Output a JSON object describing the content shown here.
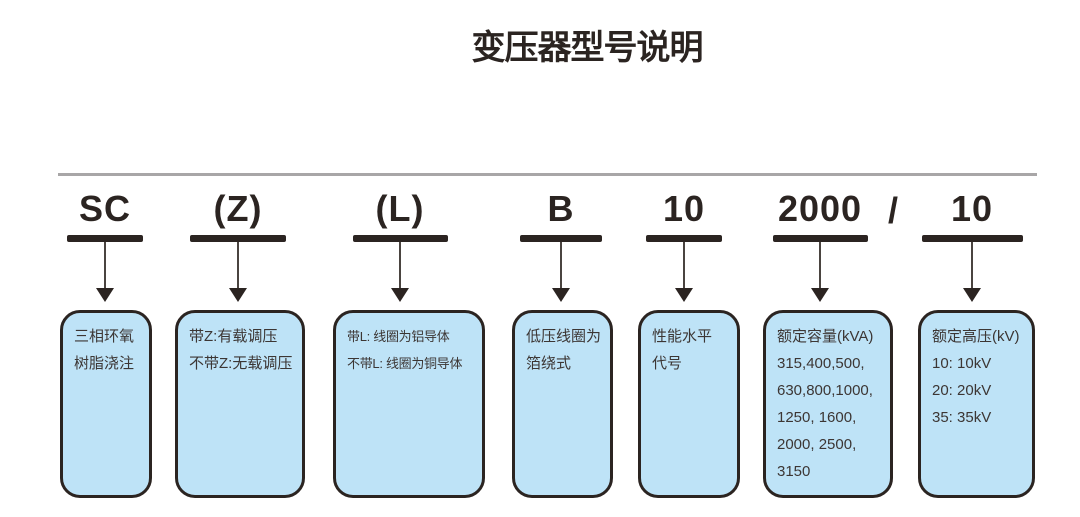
{
  "title": "变压器型号说明",
  "separator": "/",
  "colors": {
    "box_fill": "#bee3f7",
    "ink": "#2b2421",
    "divider_line": "#a8a6a7",
    "box_text": "#3c3634"
  },
  "columns": [
    {
      "code": "SC",
      "lines": [
        "三相环氧",
        "树脂浇注"
      ]
    },
    {
      "code": "(Z)",
      "lines": [
        "带Z:有载调压",
        "不带Z:无载调压"
      ]
    },
    {
      "code": "(L)",
      "lines": [
        "带L: 线圈为铝导体",
        "不带L: 线圈为铜导体"
      ]
    },
    {
      "code": "B",
      "lines": [
        "低压线圈为",
        "箔绕式"
      ]
    },
    {
      "code": "10",
      "lines": [
        "性能水平",
        "代号"
      ]
    },
    {
      "code": "2000",
      "lines": [
        "额定容量(kVA)",
        "315,400,500,",
        "630,800,1000,",
        "1250, 1600,",
        "2000, 2500,",
        "3150"
      ]
    },
    {
      "code": "10",
      "lines": [
        "额定高压(kV)",
        "10: 10kV",
        "20: 20kV",
        "35: 35kV"
      ]
    }
  ]
}
